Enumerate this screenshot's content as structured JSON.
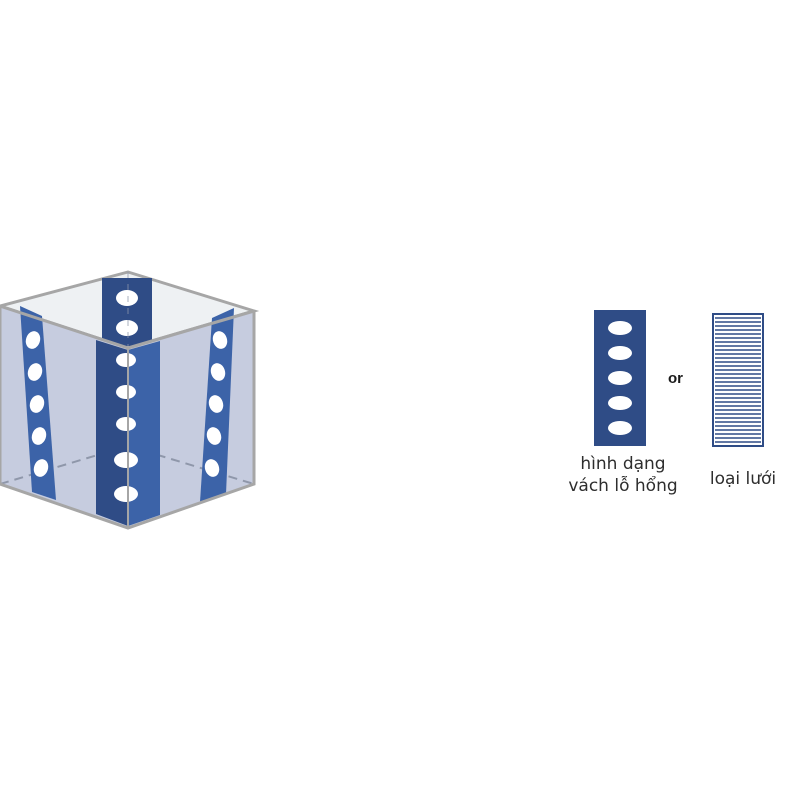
{
  "colors": {
    "baffle_dark": "#2f4c86",
    "baffle_mid": "#3c63a8",
    "cube_edge": "#a6a6a6",
    "side_face": "#c6ccdf",
    "top_face": "#eef1f3",
    "hole": "#ffffff"
  },
  "legend": {
    "perforated": {
      "line1": "hình dạng",
      "line2": "vách lỗ hổng"
    },
    "connector": "or",
    "mesh": {
      "label": "loại lưới"
    }
  }
}
